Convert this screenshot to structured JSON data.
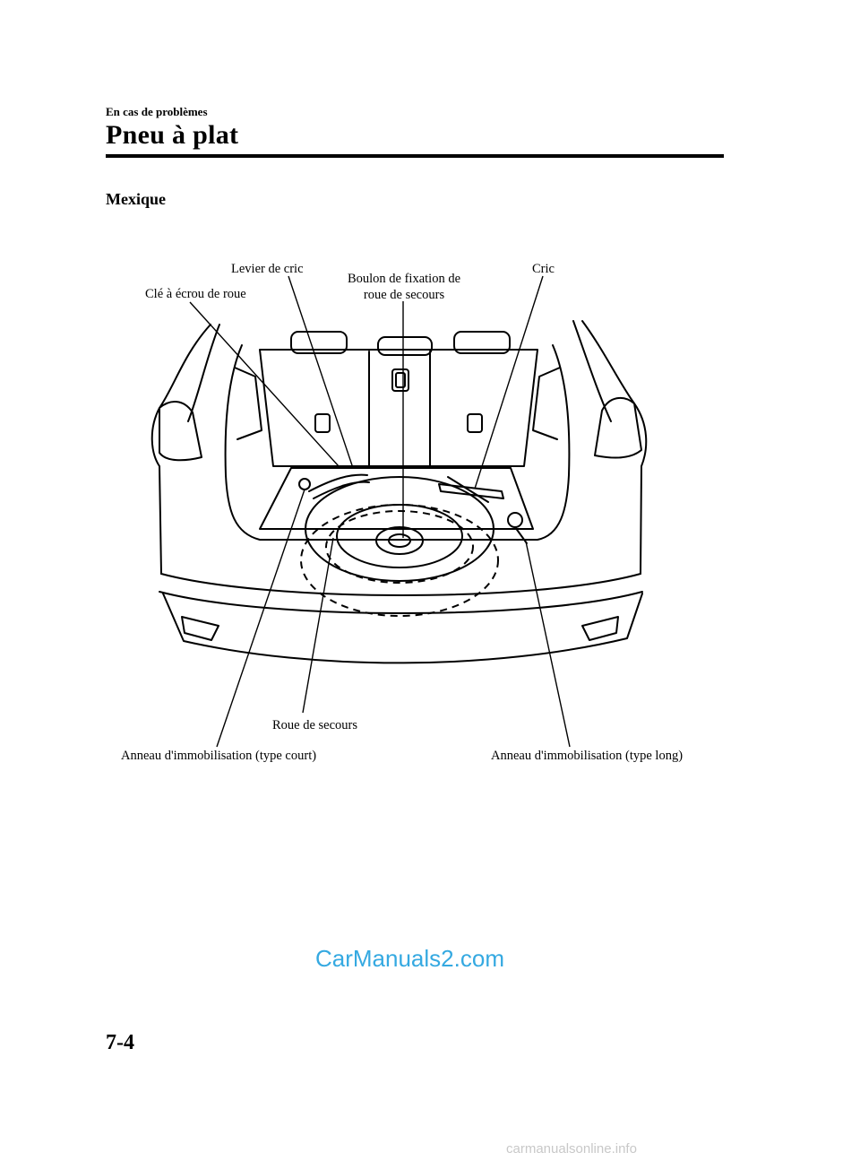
{
  "header": {
    "section": "En cas de problèmes",
    "title": "Pneu à plat"
  },
  "subheading": "Mexique",
  "labels": {
    "lug_wrench": "Clé à écrou de roue",
    "jack_lever": "Levier de cric",
    "spare_bolt_line1": "Boulon de fixation de",
    "spare_bolt_line2": "roue de secours",
    "jack": "Cric",
    "spare_tire": "Roue de secours",
    "tiedown_short": "Anneau d'immobilisation (type court)",
    "tiedown_long": "Anneau d'immobilisation (type long)"
  },
  "footer": {
    "page_number": "7-4"
  },
  "watermarks": {
    "primary": "CarManuals2.com",
    "secondary": "carmanualsonline.info"
  }
}
